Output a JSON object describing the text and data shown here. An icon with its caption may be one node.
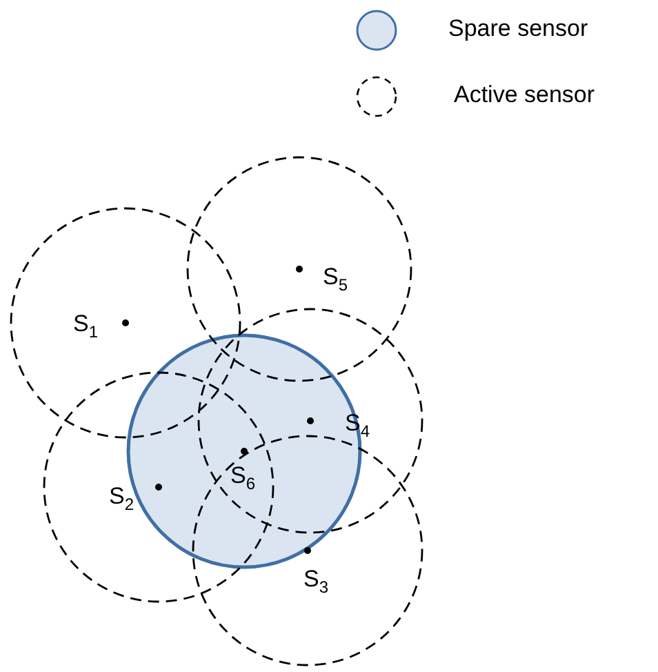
{
  "diagram": {
    "nodes": [
      {
        "text": [
          "S$_{1}$"
        ]
      },
      {
        "text": [
          "S$_{5}$"
        ]
      },
      {
        "text": [
          "S$_{4}$"
        ]
      },
      {
        "text": [
          "S$_{2}$"
        ]
      },
      {
        "text": [
          "S$_{6}$"
        ]
      },
      {
        "text": [
          "S$_{3}$"
        ]
      }
    ],
    "legend": [
      {
        "text": "Spare sensor",
        "color": "#dbe5f1"
      },
      {
        "text": "Active sensor"
      }
    ]
  }
}
